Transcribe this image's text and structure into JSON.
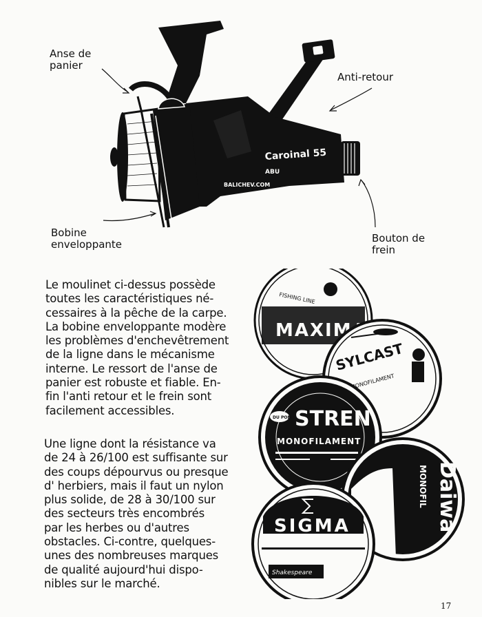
{
  "reel": {
    "brand_model": "Caroinal 55",
    "maker": "ABU",
    "watermark": "BALICHEV.COM",
    "labels": {
      "anse": "Anse de\npanier",
      "anti_retour": "Anti-retour",
      "bobine": "Bobine\nenveloppante",
      "bouton": "Bouton de\nfrein"
    }
  },
  "text": {
    "paragraph1": "Le moulinet ci-dessus possède\ntoutes les caractéristiques né-\ncessaires à la pêche de la carpe.\nLa bobine enveloppante modère\nles problèmes d'enchevêtrement\nde la ligne dans le mécanisme\ninterne. Le ressort de l'anse de\npanier est robuste et fiable. En-\nfin l'anti retour et le frein sont\nfacilement accessibles.",
    "paragraph2": "Une ligne dont la résistance va\nde 24 à 26/100 est suffisante sur\ndes coups dépourvus ou presque\nd' herbiers, mais il faut un nylon\nplus solide, de 28 à 30/100 sur\ndes secteurs très encombrés\npar les herbes ou d'autres\nobstacles. Ci-contre, quelques-\nunes des nombreuses marques\nde qualité aujourd'hui dispo-\nnibles sur le marché."
  },
  "spools": {
    "maxima": {
      "line1": "FISHING LINE",
      "brand": "MAXIMA"
    },
    "sylcast": {
      "brand": "SYLCAST",
      "sub": "MONOFILAMENT"
    },
    "stren": {
      "badge": "DU PONT",
      "brand": "STREN",
      "sub": "MONOFILAMENT"
    },
    "daiwa": {
      "brand": "Daiwa",
      "sub": "MONOFIL"
    },
    "sigma": {
      "brand": "SIGMA",
      "maker": "Shakespeare"
    }
  },
  "page_number": "17"
}
